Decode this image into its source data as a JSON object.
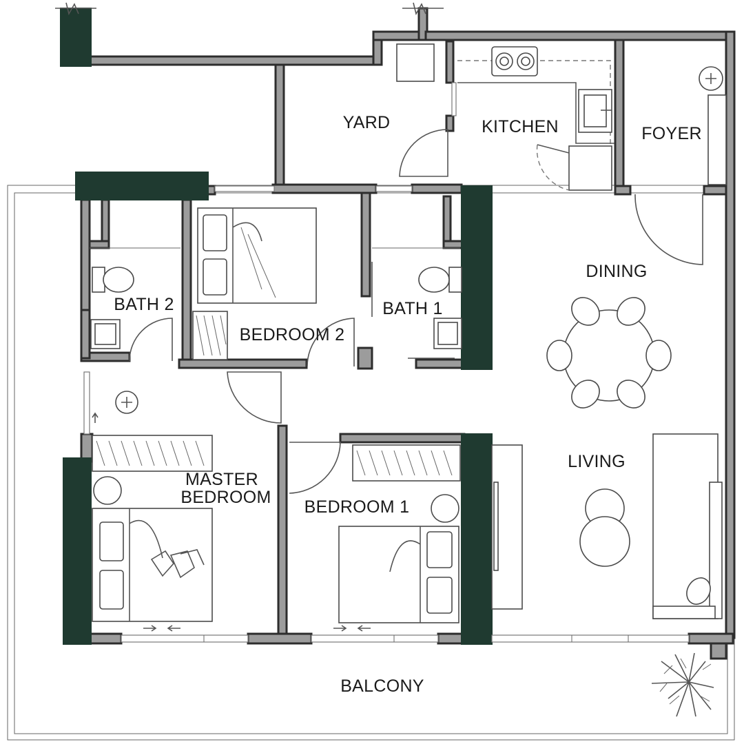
{
  "plan": {
    "rooms": {
      "yard": "YARD",
      "kitchen": "KITCHEN",
      "foyer": "FOYER",
      "dining": "DINING",
      "bath2": "BATH 2",
      "bath1": "BATH 1",
      "bedroom2": "BEDROOM 2",
      "master_line1": "MASTER",
      "master_line2": "BEDROOM",
      "bedroom1": "BEDROOM 1",
      "living": "LIVING",
      "balcony": "BALCONY"
    },
    "colors": {
      "pillar": "#1f3a30",
      "wall": "#9c9c9c",
      "line": "#2d2d2d"
    },
    "icons": [
      "door-swing-icon",
      "toilet-icon",
      "sink-icon",
      "stove-icon",
      "bed-icon",
      "wardrobe-icon",
      "chair-icon",
      "plant-icon",
      "light-fixture-icon"
    ]
  }
}
